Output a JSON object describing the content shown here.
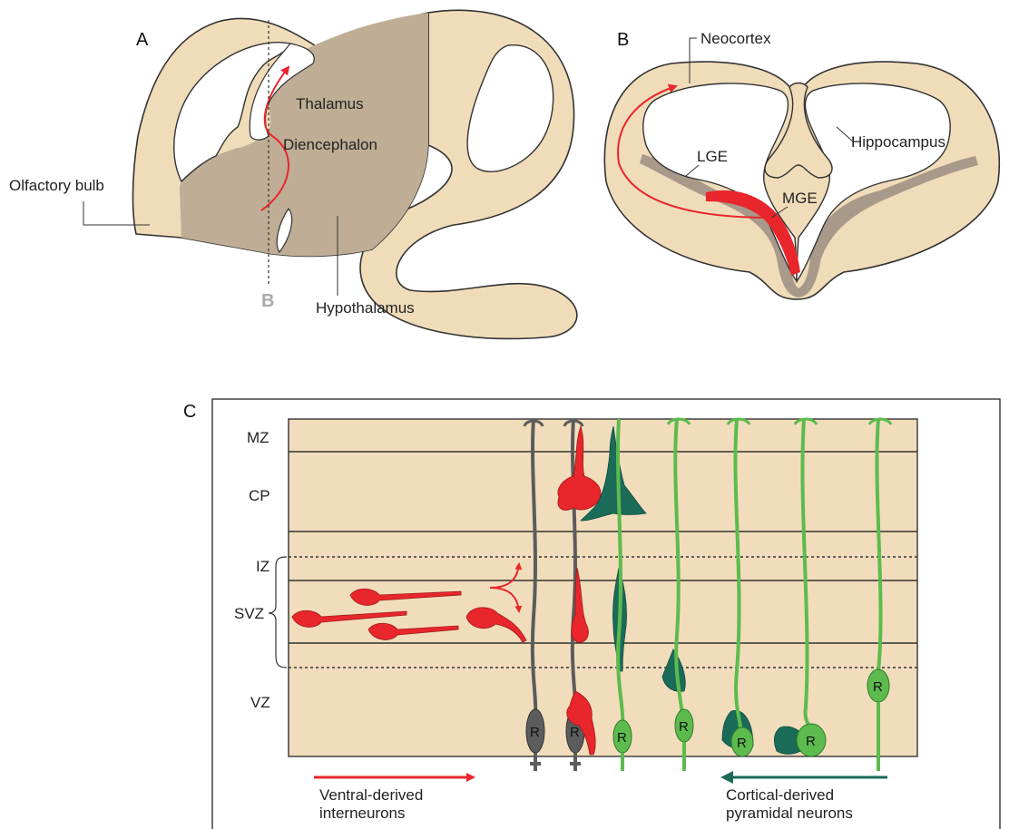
{
  "colors": {
    "tissue": "#f0dcb9",
    "tissue_dark": "#bfae95",
    "background_box": "#f1ddbb",
    "ge_gray": "#a8998a",
    "red": "#e8262b",
    "dark_green": "#1b6b59",
    "light_green": "#5dbb4e",
    "radial_glia_gray": "#5c5c5c",
    "cut_label": "#aaaaaa"
  },
  "panel_a": {
    "letter": "A",
    "labels": {
      "thalamus": "Thalamus",
      "diencephalon": "Diencephalon",
      "olfactory_bulb": "Olfactory bulb",
      "hypothalamus": "Hypothalamus",
      "section_marker": "B"
    }
  },
  "panel_b": {
    "letter": "B",
    "labels": {
      "neocortex": "Neocortex",
      "lge": "LGE",
      "mge": "MGE",
      "hippocampus": "Hippocampus"
    }
  },
  "panel_c": {
    "letter": "C",
    "layers": {
      "mz": "MZ",
      "cp": "CP",
      "iz": "IZ",
      "svz": "SVZ",
      "vz": "VZ"
    },
    "radial_glia_label": "R",
    "legend": {
      "ventral_line1": "Ventral-derived",
      "ventral_line2": "interneurons",
      "cortical_line1": "Cortical-derived",
      "cortical_line2": "pyramidal neurons"
    }
  }
}
